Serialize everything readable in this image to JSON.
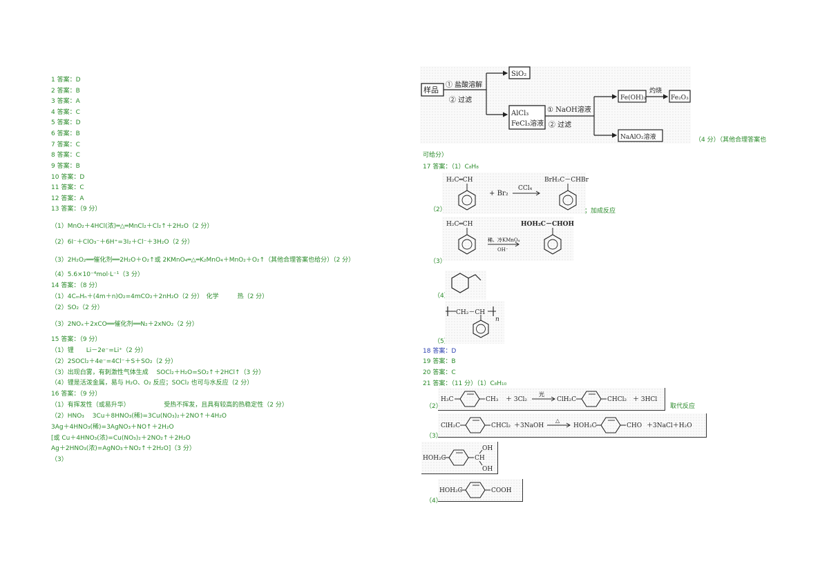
{
  "left_answers": [
    "1 答案：D",
    "2 答案：B",
    "3 答案：A",
    "4 答案：C",
    "5 答案：D",
    "6 答案：B",
    "7 答案：C",
    "8 答案：C",
    "9 答案：B",
    "10 答案：D",
    "11 答案：C",
    "12 答案：A",
    "13 答案：（9 分）"
  ],
  "q13": [
    "（1）MnO₂＋4HCl(浓)═△═MnCl₂＋Cl₂↑＋2H₂O（2 分）",
    "（2）6I⁻＋ClO₃⁻＋6H⁺=3I₂＋Cl⁻＋3H₂O（2 分）",
    "（3）2H₂O₂══催化剂══2H₂O＋O₂↑或 2KMnO₄═△═K₂MnO₄＋MnO₂＋O₂↑（其他合理答案也给分）（2 分）",
    "（4）5.6×10⁻⁴mol·L⁻¹（3 分）"
  ],
  "q14": [
    "14 答案：（8 分）",
    "（1）4CₘHₙ＋(4m＋n)O₂=4mCO₂＋2nH₂O（2 分）　化学　　　热（2 分）",
    "（2）SO₂（2 分）",
    "（3）2NOₓ＋2xCO══催化剂══N₂＋2xNO₂（2 分）"
  ],
  "q15": [
    "15 答案：（9 分）",
    "（1）锂　　Li－2e⁻=Li⁺（2 分）",
    "（2）2SOCl₂＋4e⁻=4Cl⁻＋S＋SO₂（2 分）",
    "（3）出现白雾，有刺激性气体生成　 SOCl₂＋H₂O=SO₂↑＋2HCl↑（3 分）",
    "（4）锂是活泼金属，易与 H₂O、O₂ 反应；SOCl₂ 也可与水反应（2 分）"
  ],
  "q16": [
    "16 答案：（9 分）",
    "（1）有挥发性（或易升华）　　　　　　受热不挥发，且具有较高的热稳定性（2 分）",
    "（2）HNO₃　 3Cu＋8HNO₃(稀)=3Cu(NO₃)₂＋2NO↑＋4H₂O",
    "3Ag＋4HNO₃(稀)=3AgNO₃＋NO↑＋2H₂O",
    "[或 Cu＋4HNO₃(浓)=Cu(NO₃)₂＋2NO₂↑＋2H₂O",
    "Ag＋2HNO₃(浓)=AgNO₃＋NO₂↑＋2H₂O]（3 分）",
    "（3）"
  ],
  "flow": {
    "sample": "样品",
    "step1": "① 盐酸溶解",
    "step2": "② 过滤",
    "sio2": "SiO₂",
    "alcl3": "AlCl₃",
    "fecl3": "FeCl₃溶液",
    "naoh": "① NaOH溶液",
    "filter": "② 过滤",
    "feoh3": "Fe(OH)₃",
    "burn": "灼烧",
    "fe2o3": "Fe₂O₃",
    "naalo2": "NaAlO₂溶液"
  },
  "right_text": {
    "q_flow_score": "（4 分）（其他合理答案也",
    "q_flow_score2": "可给分）",
    "q17_head": "17 答案：（1）C₈H₈",
    "m2": "（2）",
    "addition": "；加成反应",
    "m3": "（3）",
    "m4": "（4）",
    "m5": "（5）",
    "a18": "18 答案：D",
    "a19": "19 答案：B",
    "a20": "20 答案：C",
    "q21_head": "21 答案：（11 分）（1）C₈H₁₀",
    "r2": "（2）",
    "substitution": "取代反应",
    "r3": "（3）",
    "r4": "（4）"
  },
  "chem": {
    "h2c_ch": "H₂C═CH",
    "br2": "Br₂",
    "ccl4": "CCl₄",
    "brh2c_chbr": "BrH₂C－CHBr",
    "hoh2c_choh": "HOH₂C－CHOH",
    "kmno4": "稀、冷KMnO₄",
    "oh": "OH⁻",
    "poly": "CH₂－CH",
    "poly_n": "n",
    "h3c": "H₃C",
    "ch3": "CH₃",
    "cl2": "＋ 3Cl₂",
    "light": "光",
    "clh2c": "ClH₂C",
    "chcl2": "CHCl₂",
    "hcl": "＋ 3HCl",
    "naoh3": "＋3NaOH",
    "delta": "△",
    "hoh2c": "HOH₂C",
    "cho": "CHO",
    "nacl_h2o": "＋3NaCl＋H₂O",
    "oh1": "OH",
    "ch": "CH",
    "oh2": "OH",
    "cooh": "COOH"
  }
}
